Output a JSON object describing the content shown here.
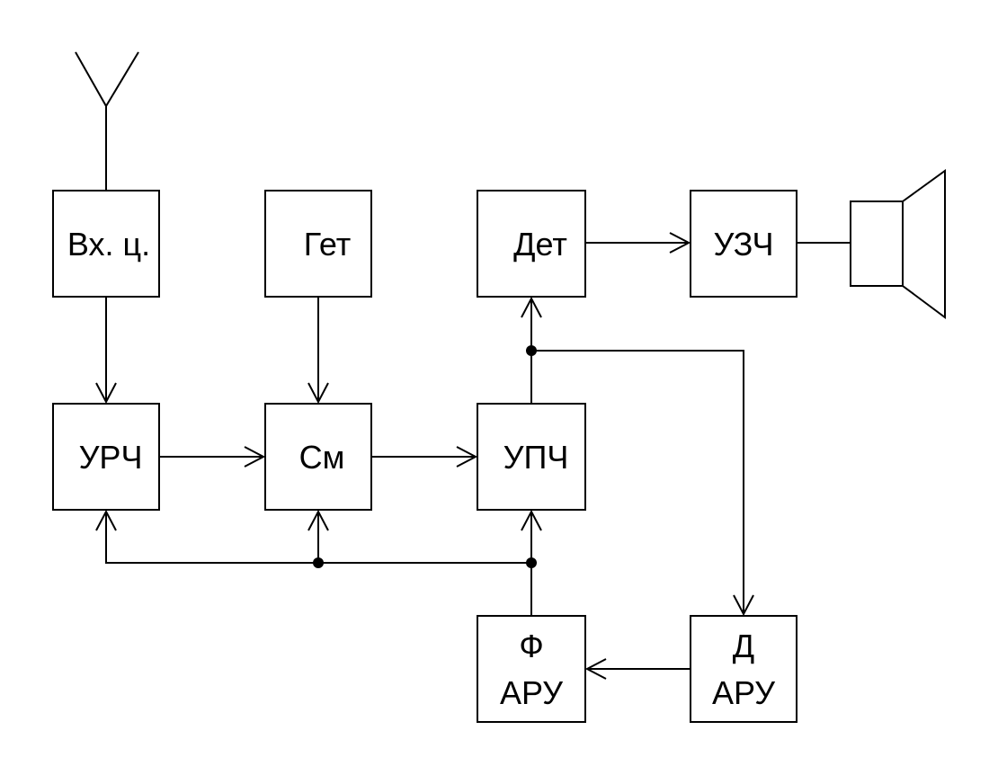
{
  "blocks": {
    "input_circuit": "Вх. ц.",
    "heterodyne": "Гет",
    "detector": "Дет",
    "audio_amp": "УЗЧ",
    "rf_amp": "УРЧ",
    "mixer": "См",
    "if_amp": "УПЧ",
    "agc_filter_line1": "Ф",
    "agc_filter_line2": "АРУ",
    "agc_detector_line1": "Д",
    "agc_detector_line2": "АРУ"
  },
  "colors": {
    "line": "#000000",
    "background": "#ffffff"
  },
  "icons": {
    "antenna": "antenna-icon",
    "speaker": "speaker-icon"
  }
}
